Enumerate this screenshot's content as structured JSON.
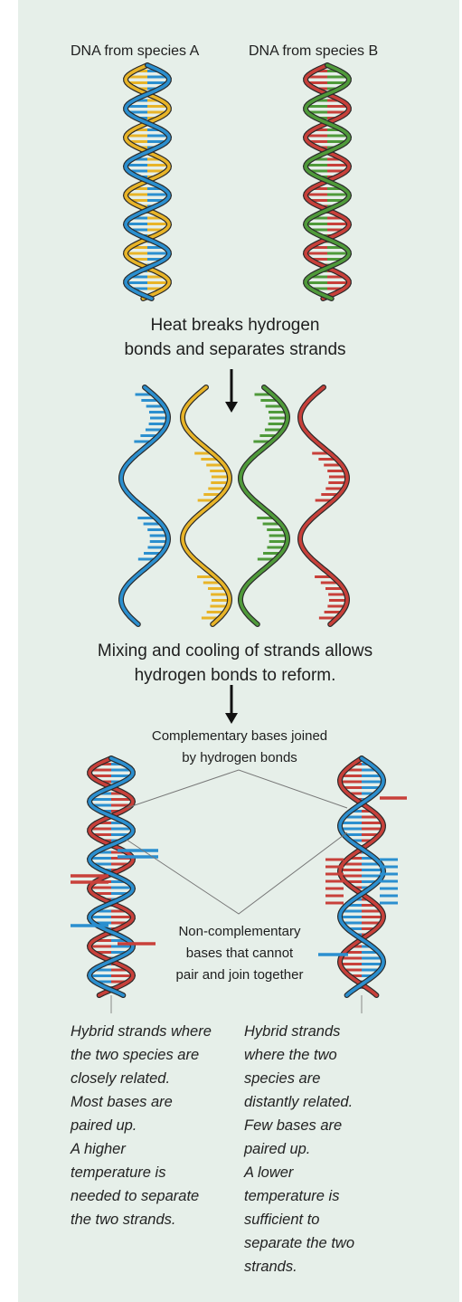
{
  "labels": {
    "species_a": "DNA from species A",
    "species_b": "DNA from species B",
    "heat_line1": "Heat breaks hydrogen",
    "heat_line2": "bonds and separates strands",
    "mix_line1": "Mixing and cooling of strands allows",
    "mix_line2": "hydrogen bonds to reform.",
    "comp_line1": "Complementary bases joined",
    "comp_line2": "by hydrogen bonds",
    "noncomp_line1": "Non-complementary",
    "noncomp_line2": "bases that cannot",
    "noncomp_line3": "pair and join together"
  },
  "notes": {
    "left": [
      "Hybrid strands where",
      "the two species are",
      "closely related.",
      "Most bases are",
      "paired up.",
      "A higher",
      "temperature is",
      "needed to separate",
      "the two strands."
    ],
    "right": [
      "Hybrid strands",
      "where the two",
      "species are",
      "distantly related.",
      "Few bases are",
      "paired up.",
      "A lower",
      "temperature is",
      "sufficient to",
      "separate the two",
      "strands."
    ]
  },
  "colors": {
    "background": "#e6efe9",
    "species_a_strand_1": "#2b8fcf",
    "species_a_strand_2": "#e8b428",
    "species_b_strand_1": "#4f9a3a",
    "species_b_strand_2": "#c8403a",
    "hybrid_strand_1": "#2b8fcf",
    "hybrid_strand_2": "#c8403a",
    "text": "#1e1e1e"
  }
}
